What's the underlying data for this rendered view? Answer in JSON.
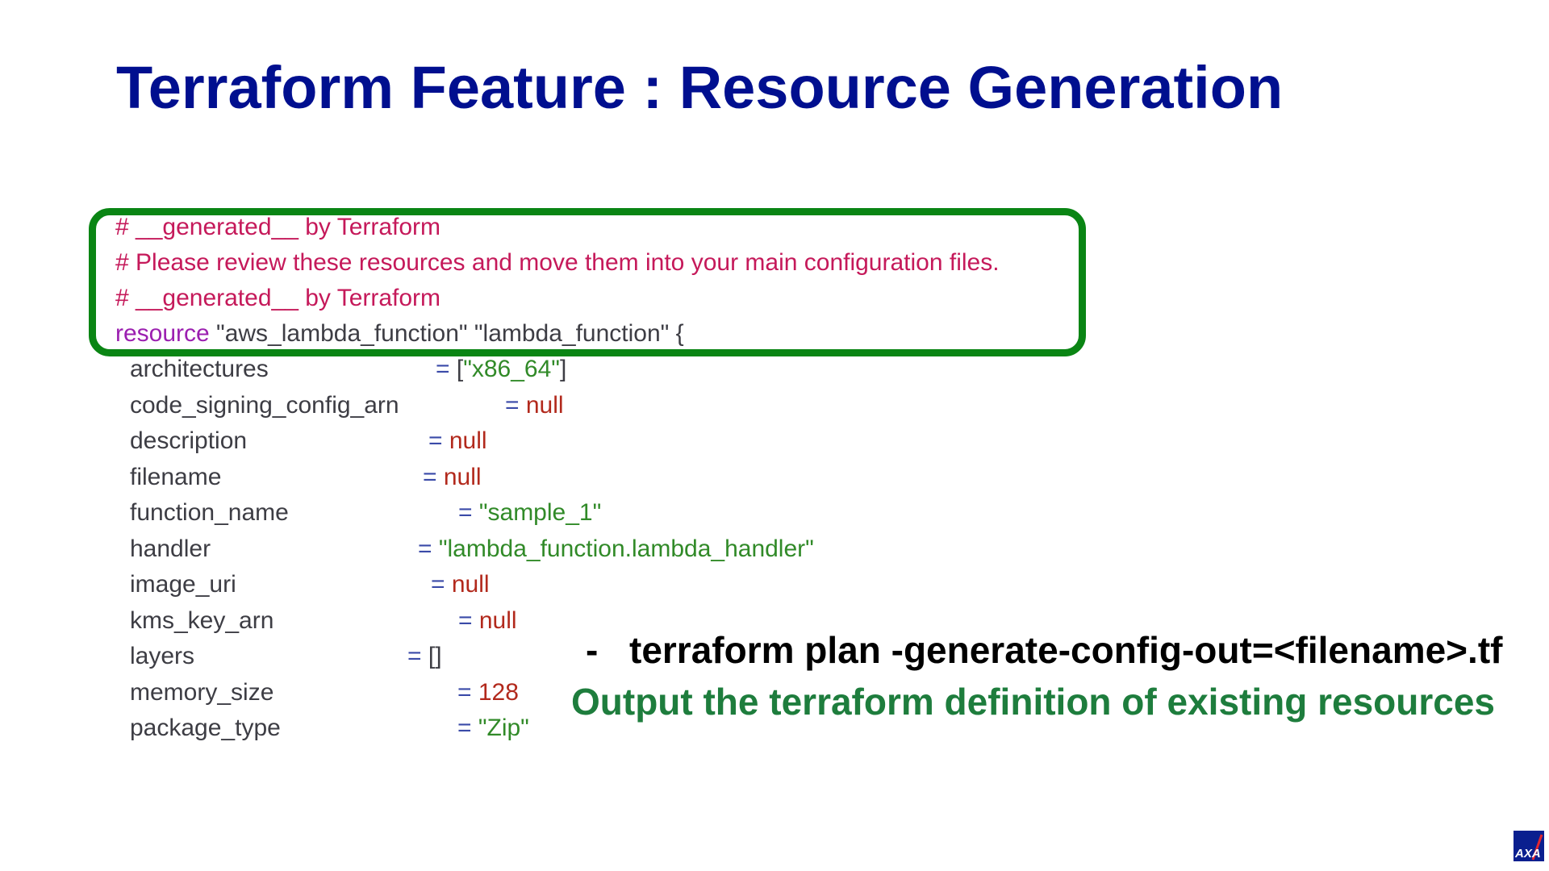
{
  "slide": {
    "title": "Terraform Feature : Resource Generation"
  },
  "code": {
    "header_lines": [
      "# __generated__ by Terraform",
      "# Please review these resources and move them into your main configuration files.",
      "# __generated__ by Terraform"
    ],
    "resource_keyword": "resource",
    "resource_rest": " \"aws_lambda_function\" \"lambda_function\" {",
    "attributes": [
      {
        "key": "architectures",
        "value": "\"x86_64\"",
        "prefix": "[",
        "suffix": "]",
        "kind": "str"
      },
      {
        "key": "code_signing_config_arn",
        "value": "null",
        "prefix": "",
        "suffix": "",
        "kind": "null"
      },
      {
        "key": "description",
        "value": "null",
        "prefix": "",
        "suffix": "",
        "kind": "null"
      },
      {
        "key": "filename",
        "value": "null",
        "prefix": "",
        "suffix": "",
        "kind": "null"
      },
      {
        "key": "function_name",
        "value": "\"sample_1\"",
        "prefix": "",
        "suffix": "",
        "kind": "str"
      },
      {
        "key": "handler",
        "value": "\"lambda_function.lambda_handler\"",
        "prefix": "",
        "suffix": "",
        "kind": "str"
      },
      {
        "key": "image_uri",
        "value": "null",
        "prefix": "",
        "suffix": "",
        "kind": "null"
      },
      {
        "key": "kms_key_arn",
        "value": "null",
        "prefix": "",
        "suffix": "",
        "kind": "null"
      },
      {
        "key": "layers",
        "value": "[]",
        "prefix": "",
        "suffix": "",
        "kind": "plain"
      },
      {
        "key": "memory_size",
        "value": "128",
        "prefix": "",
        "suffix": "",
        "kind": "num"
      },
      {
        "key": "package_type",
        "value": "\"Zip\"",
        "prefix": "",
        "suffix": "",
        "kind": "str"
      }
    ]
  },
  "callout": {
    "bullet": "-",
    "command": "terraform plan -generate-config-out=<filename>.tf",
    "description": "Output the terraform definition of existing resources"
  },
  "colors": {
    "title": "#000f8f",
    "box_border": "#0a8514",
    "comment": "#c5195a",
    "keyword": "#9b1fb0",
    "string": "#318a28",
    "null": "#b2291c",
    "description": "#1e7d3d",
    "logo": "#0a1f8f"
  },
  "logo": {
    "icon": "axa-logo-icon",
    "text": "AXA"
  }
}
